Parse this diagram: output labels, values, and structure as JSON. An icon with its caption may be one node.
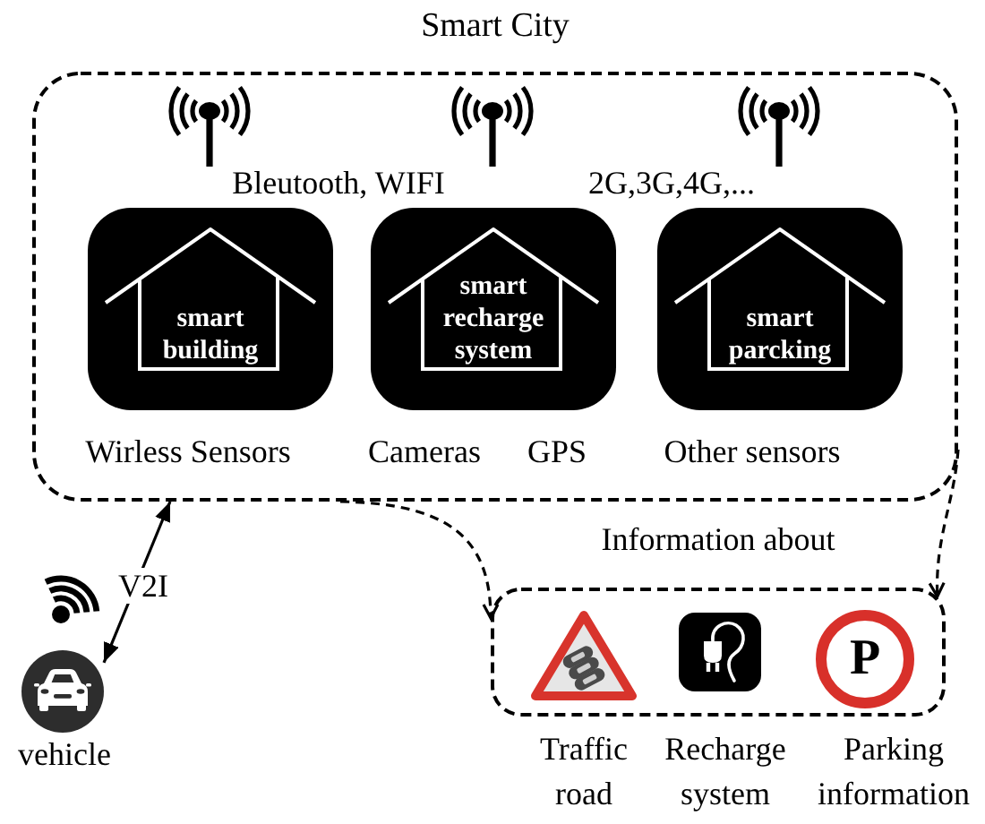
{
  "diagram": {
    "nodes": [
      {
        "text": [
          "Smart City"
        ]
      },
      {
        "text": [
          "smart building"
        ],
        "in": 0,
        "beside": [
          "Wirless Sensors"
        ]
      },
      {
        "text": [
          "smart recharge system"
        ],
        "in": 0,
        "beside": [
          "Cameras",
          "GPS"
        ]
      },
      {
        "text": [
          "smart parcking"
        ],
        "in": 0,
        "beside": [
          "Other sensors"
        ]
      },
      {
        "text": [
          "Information about"
        ],
        "beside": [
          "Traffic road",
          "Recharge system",
          "Parking information"
        ]
      },
      {
        "text": [],
        "shape": "picture",
        "beside": [
          "vehicle"
        ]
      }
    ],
    "edges": [
      {
        "from": 5,
        "to": 0,
        "arrow": "both",
        "label": "V2I"
      },
      {
        "from": 0,
        "to": 4,
        "arrow": "to",
        "style": "dashed"
      },
      {
        "from": 0,
        "to": 4,
        "arrow": "to",
        "style": "dashed"
      }
    ],
    "labels": [
      "Bleutooth, WIFI",
      "2G,3G,4G,...",
      "P"
    ]
  }
}
